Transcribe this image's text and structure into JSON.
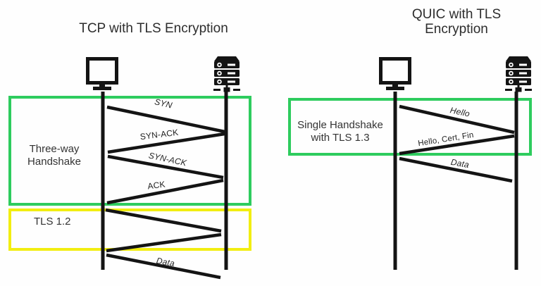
{
  "colors": {
    "box_green": "#2ecc5e",
    "box_yellow": "#f2ee11",
    "ink": "#141414",
    "title_text": "#2d2d2d",
    "label_text": "#222222"
  },
  "icons": {
    "client": "monitor-icon",
    "server": "server-icon"
  },
  "left": {
    "title": "TCP with TLS Encryption",
    "green_box_label": "Three-way\nHandshake",
    "yellow_box_label": "TLS 1.2",
    "messages": [
      {
        "label": "SYN",
        "from": "client",
        "to": "server"
      },
      {
        "label": "SYN-ACK",
        "from": "server",
        "to": "client"
      },
      {
        "label": "SYN-ACK",
        "from": "client",
        "to": "server"
      },
      {
        "label": "ACK",
        "from": "server",
        "to": "client"
      },
      {
        "label": "Data",
        "from": "client",
        "to": "server"
      }
    ]
  },
  "right": {
    "title": "QUIC with TLS\nEncryption",
    "green_box_label": "Single Handshake\nwith TLS 1.3",
    "messages": [
      {
        "label": "Hello",
        "from": "client",
        "to": "server"
      },
      {
        "label": "Hello, Cert, Fin",
        "from": "server",
        "to": "client"
      },
      {
        "label": "Data",
        "from": "client",
        "to": "server"
      }
    ]
  }
}
